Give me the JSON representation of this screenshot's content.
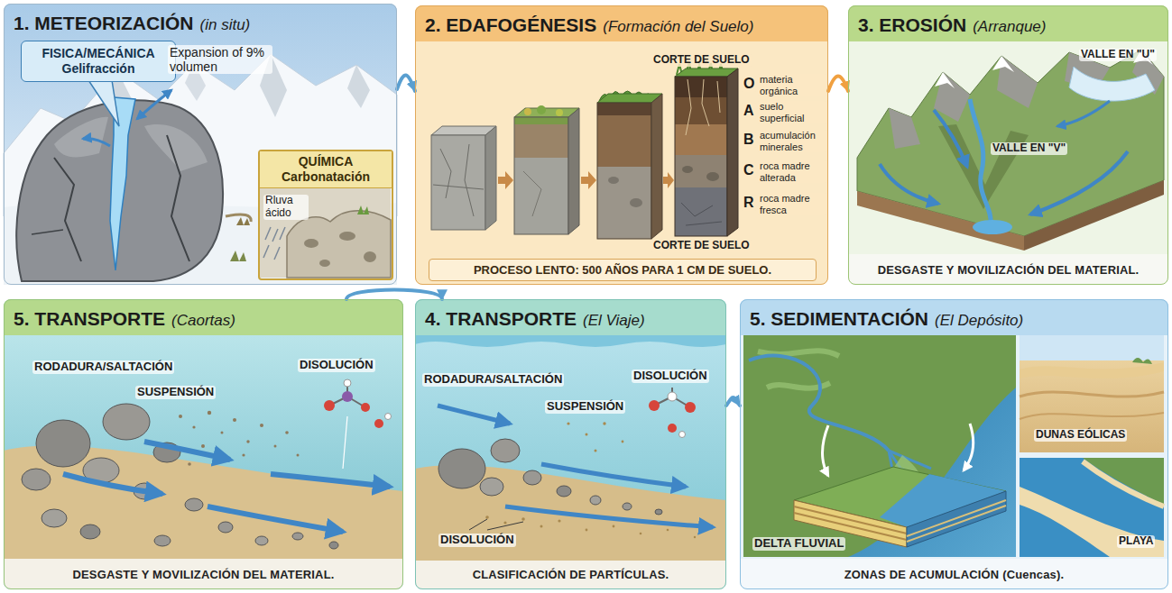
{
  "diagram": {
    "nodes": [
      {
        "text": [
          "1. METEORIZACIÓN",
          "(in situ)"
        ]
      },
      {
        "text": [
          "FISICA/MECÁNICA Gelifracción"
        ],
        "in": 0
      },
      {
        "text": [
          "QUÍMICA Carbonatación"
        ],
        "in": 0
      },
      {
        "text": [
          "2. EDAFOGÉNESIS",
          "(Formación del Suelo)"
        ]
      },
      {
        "text": [
          "PROCESO LENTO: 500 AÑOS PARA 1 CM DE SUELO."
        ],
        "in": 3
      },
      {
        "text": [
          "3. EROSIÓN",
          "(Arranque)",
          "DESGASTE Y MOVILIZACIÓN DEL MATERIAL."
        ]
      },
      {
        "text": [
          "5. TRANSPORTE",
          "(Caortas)",
          "DESGASTE Y MOVILIZACIÓN DEL MATERIAL."
        ]
      },
      {
        "text": [
          "4. TRANSPORTE",
          "(El Viaje)",
          "CLASIFICACIÓN DE PARTÍCULAS."
        ]
      },
      {
        "text": [
          "5. SEDIMENTACIÓN",
          "(El Depósito)",
          "ZONAS DE ACUMULACIÓN (Cuencas)."
        ]
      }
    ],
    "edges": [
      {
        "from": 0,
        "to": 3,
        "arrow": "to"
      },
      {
        "from": 3,
        "to": 5,
        "arrow": "to"
      },
      {
        "from": 6,
        "to": 7,
        "arrow": "to"
      },
      {
        "from": 7,
        "to": 8,
        "arrow": "to"
      }
    ],
    "labels": [
      "Expansion of 9% volumen",
      "Rluva ácido",
      "CORTE DE SUELO",
      "O",
      "materia orgánica",
      "A",
      "suelo superficial",
      "B",
      "acumulación minerales",
      "C",
      "roca madre alterada",
      "R",
      "roca madre fresca",
      "CORTE DE SUELO",
      "VALLE EN \"U\"",
      "VALLE EN \"V\"",
      "RODADURA/SALTACIÓN",
      "SUSPENSIÓN",
      "DISOLUCIÓN",
      "RODADURA/SALTACIÓN",
      "SUSPENSIÓN",
      "DISOLUCIÓN",
      "DISOLUCIÓN",
      "DELTA FLUVIAL",
      "DUNAS EÓLICAS",
      "PLAYA"
    ]
  }
}
